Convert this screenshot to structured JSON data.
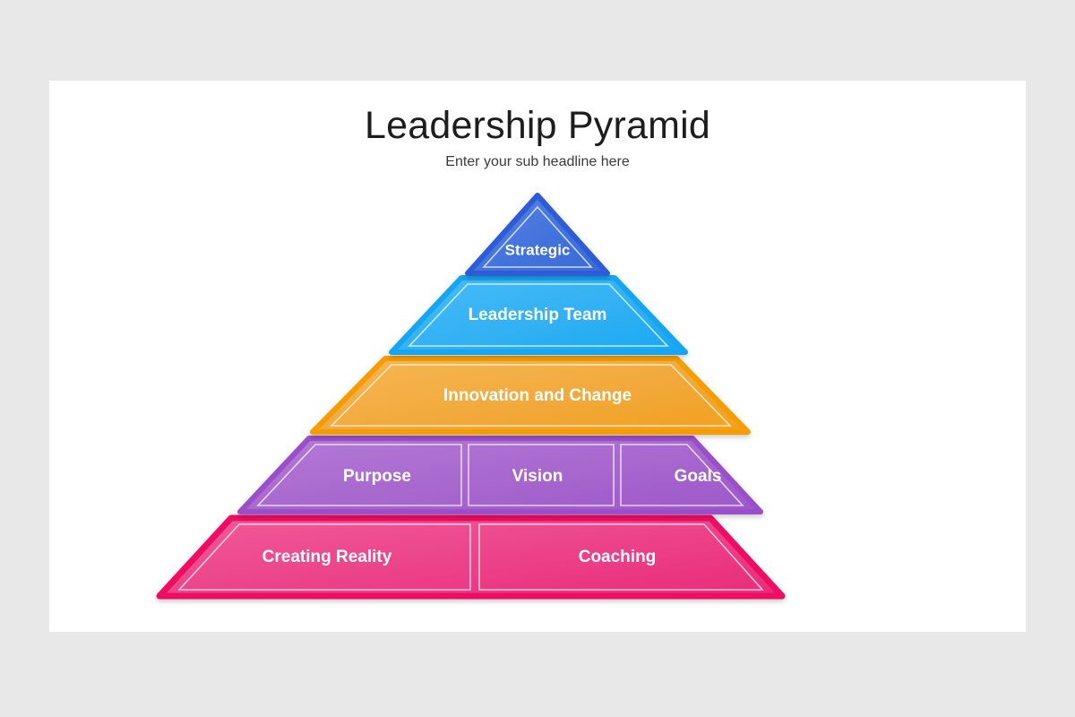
{
  "page": {
    "background_color": "#e8e8e8",
    "canvas_color": "#ffffff"
  },
  "header": {
    "title": "Leadership Pyramid",
    "subtitle": "Enter your sub headline here"
  },
  "diagram": {
    "type": "pyramid",
    "name": "leadership-pyramid",
    "levels": [
      {
        "index": 1,
        "position": "apex",
        "shape": "triangle",
        "fill_color": "#4273DC",
        "border_color": "#2D5BD6",
        "segments": [
          {
            "label": "Strategic"
          }
        ]
      },
      {
        "index": 2,
        "position": "upper",
        "shape": "trapezoid",
        "fill_color": "#34B3F4",
        "border_color": "#12A5F0",
        "segments": [
          {
            "label": "Leadership Team"
          }
        ]
      },
      {
        "index": 3,
        "position": "middle",
        "shape": "trapezoid",
        "fill_color": "#F1A93C",
        "border_color": "#F59C06",
        "segments": [
          {
            "label": "Innovation and Change"
          }
        ]
      },
      {
        "index": 4,
        "position": "lower",
        "shape": "trapezoid",
        "fill_color": "#A767CE",
        "border_color": "#9A50C8",
        "segments": [
          {
            "label": "Purpose"
          },
          {
            "label": "Vision"
          },
          {
            "label": "Goals"
          }
        ]
      },
      {
        "index": 5,
        "position": "base",
        "shape": "trapezoid",
        "fill_color": "#EC4189",
        "border_color": "#EE1164",
        "segments": [
          {
            "label": "Creating Reality"
          },
          {
            "label": "Coaching"
          }
        ]
      }
    ]
  }
}
